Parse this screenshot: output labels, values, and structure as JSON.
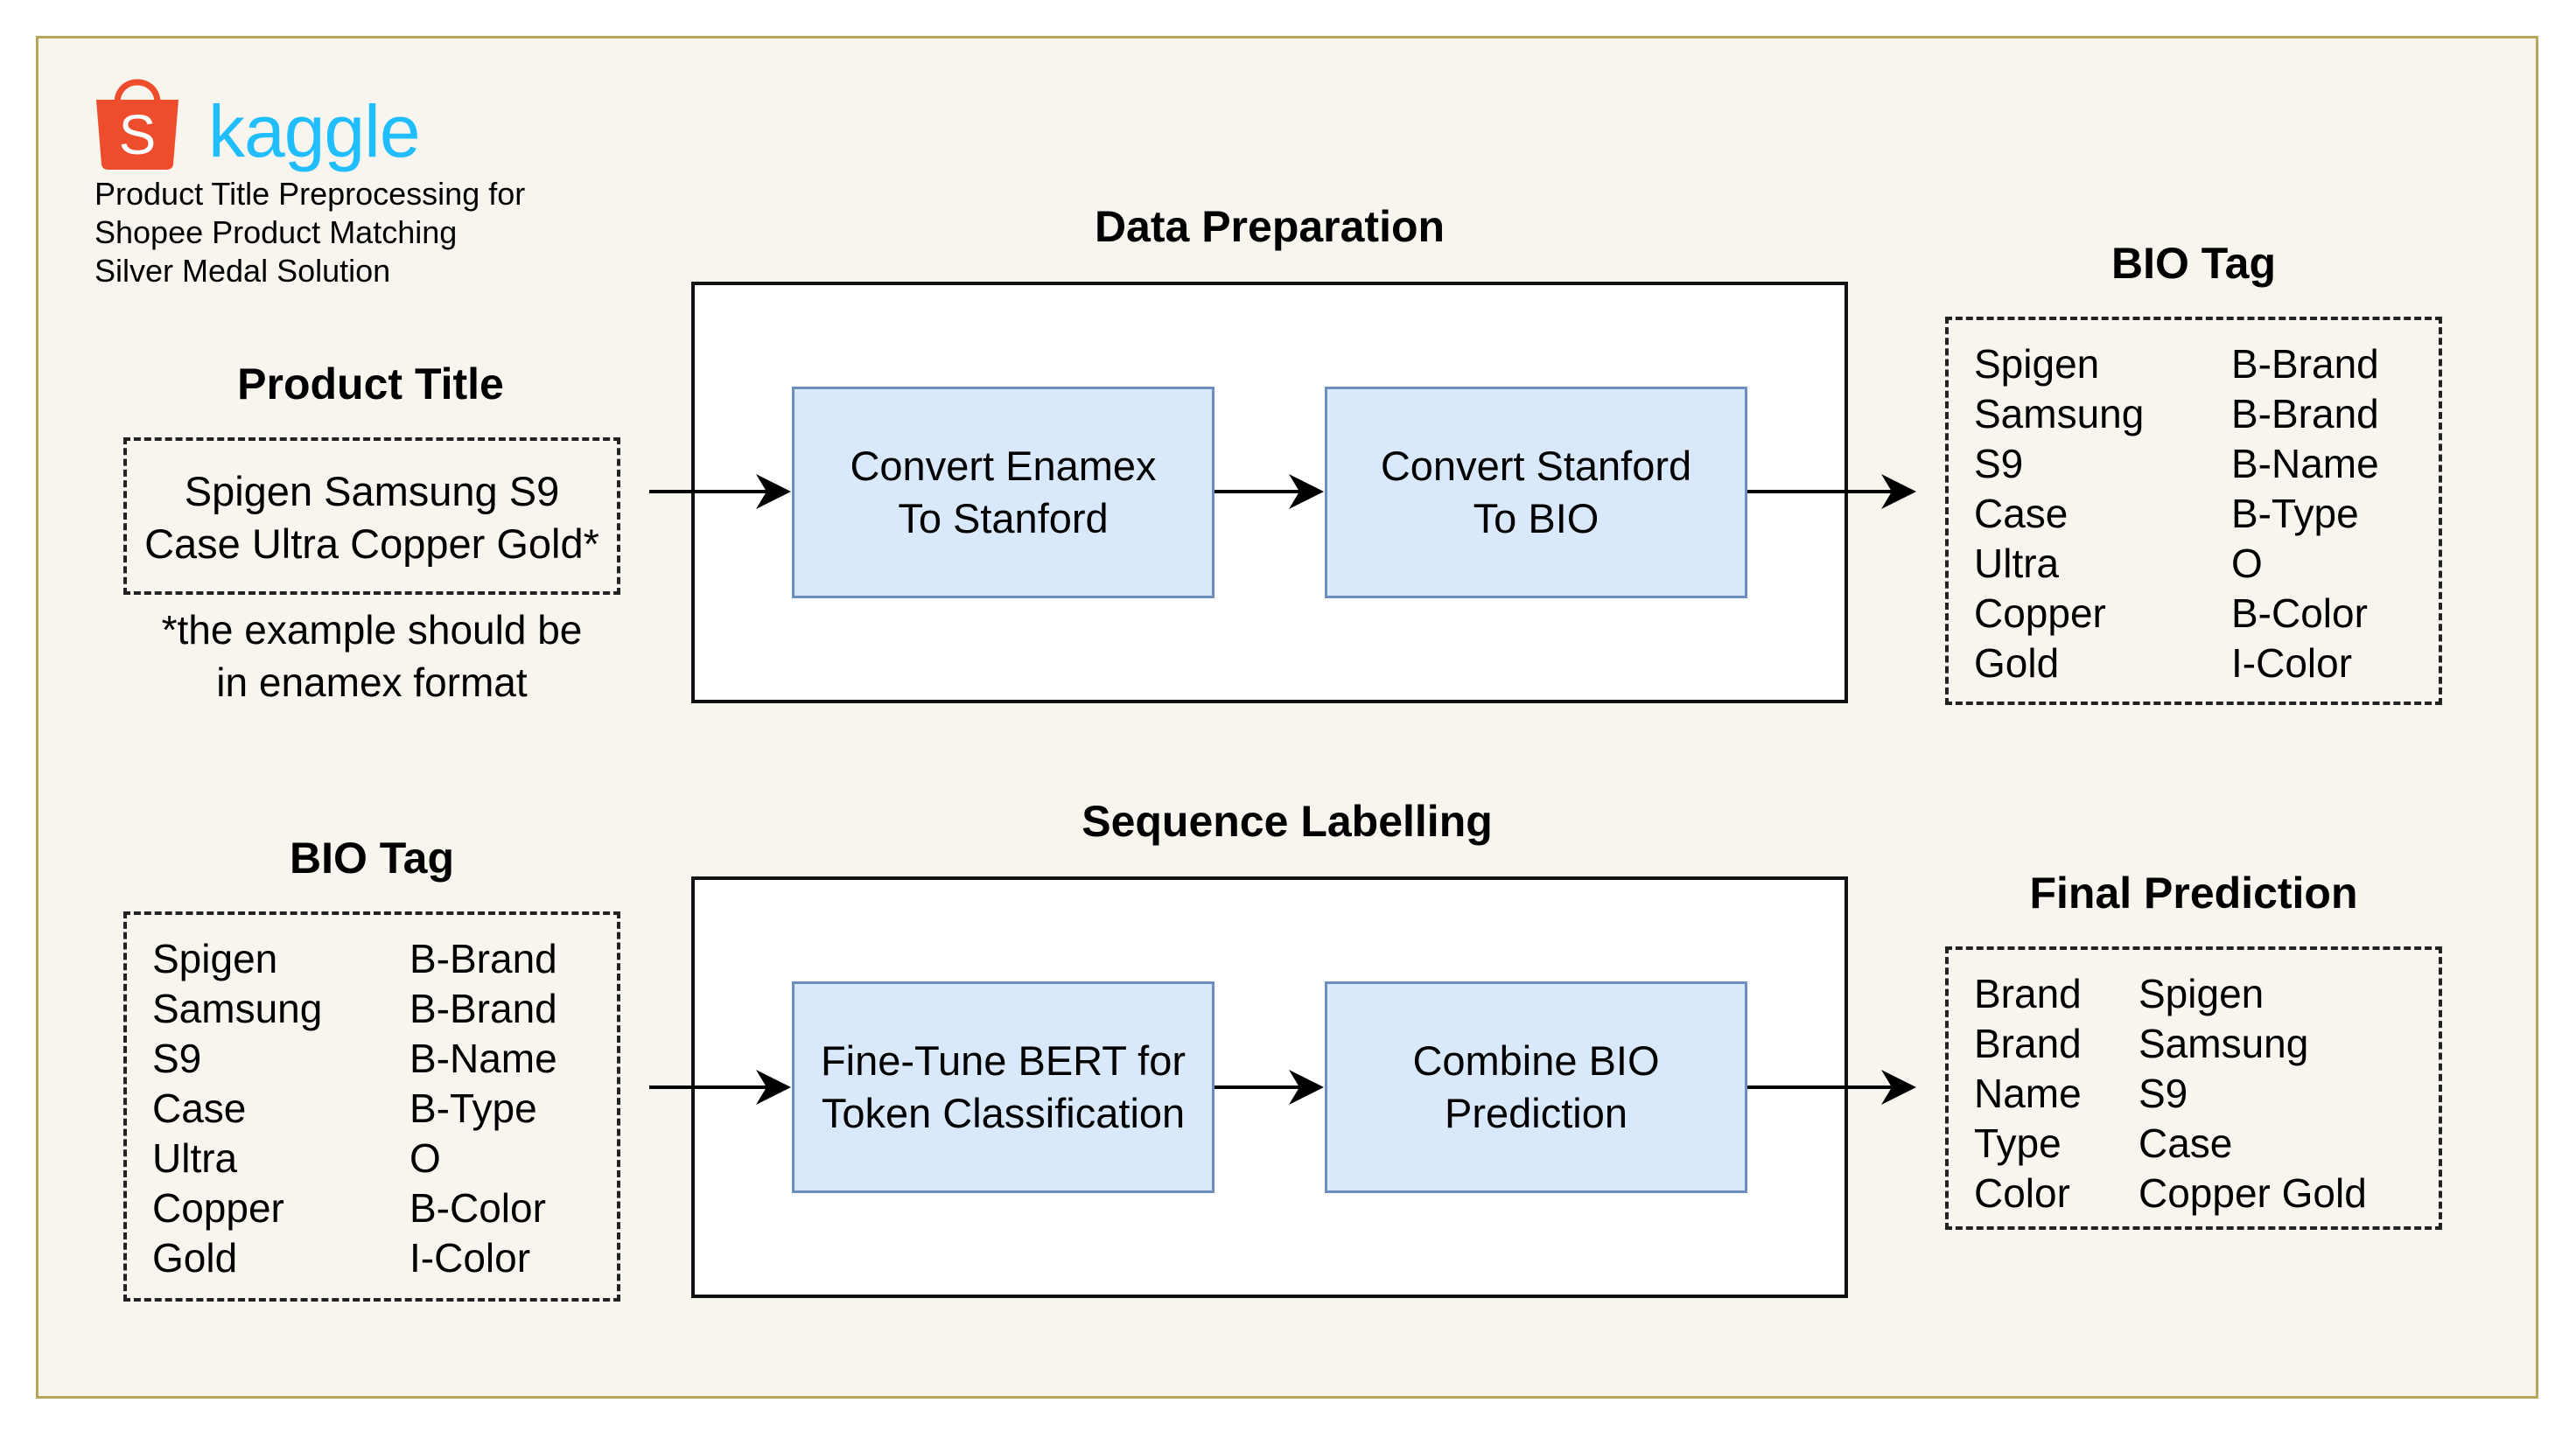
{
  "logo": {
    "wordmark": "kaggle",
    "shopee_bag_letter": "S",
    "caption_lines": [
      "Product Title Preprocessing for",
      "Shopee Product Matching",
      "Silver Medal Solution"
    ]
  },
  "row1": {
    "input": {
      "heading": "Product Title",
      "lines": [
        "Spigen Samsung S9",
        "Case Ultra Copper Gold*"
      ],
      "note_lines": [
        "*the example should be",
        "in enamex format"
      ]
    },
    "stage": {
      "heading": "Data Preparation",
      "step1": [
        "Convert Enamex",
        "To Stanford"
      ],
      "step2": [
        "Convert Stanford",
        "To BIO"
      ]
    },
    "output": {
      "heading": "BIO Tag",
      "rows": [
        [
          "Spigen",
          "B-Brand"
        ],
        [
          "Samsung",
          "B-Brand"
        ],
        [
          "S9",
          "B-Name"
        ],
        [
          "Case",
          "B-Type"
        ],
        [
          "Ultra",
          "O"
        ],
        [
          "Copper",
          "B-Color"
        ],
        [
          "Gold",
          "I-Color"
        ]
      ]
    }
  },
  "row2": {
    "input": {
      "heading": "BIO Tag",
      "rows": [
        [
          "Spigen",
          "B-Brand"
        ],
        [
          "Samsung",
          "B-Brand"
        ],
        [
          "S9",
          "B-Name"
        ],
        [
          "Case",
          "B-Type"
        ],
        [
          "Ultra",
          "O"
        ],
        [
          "Copper",
          "B-Color"
        ],
        [
          "Gold",
          "I-Color"
        ]
      ]
    },
    "stage": {
      "heading": "Sequence Labelling",
      "step1": [
        "Fine-Tune BERT for",
        "Token Classification"
      ],
      "step2": [
        "Combine BIO",
        "Prediction"
      ]
    },
    "output": {
      "heading": "Final Prediction",
      "rows": [
        [
          "Brand",
          "Spigen"
        ],
        [
          "Brand",
          "Samsung"
        ],
        [
          "Name",
          "S9"
        ],
        [
          "Type",
          "Case"
        ],
        [
          "Color",
          "Copper Gold"
        ]
      ]
    }
  },
  "colors": {
    "background": "#f7f5ee",
    "frame_border": "#b8a75a",
    "process_fill": "#dae8fc",
    "process_border": "#6c8ebf",
    "kaggle_blue": "#20beff",
    "shopee_orange": "#ee4d2d"
  }
}
